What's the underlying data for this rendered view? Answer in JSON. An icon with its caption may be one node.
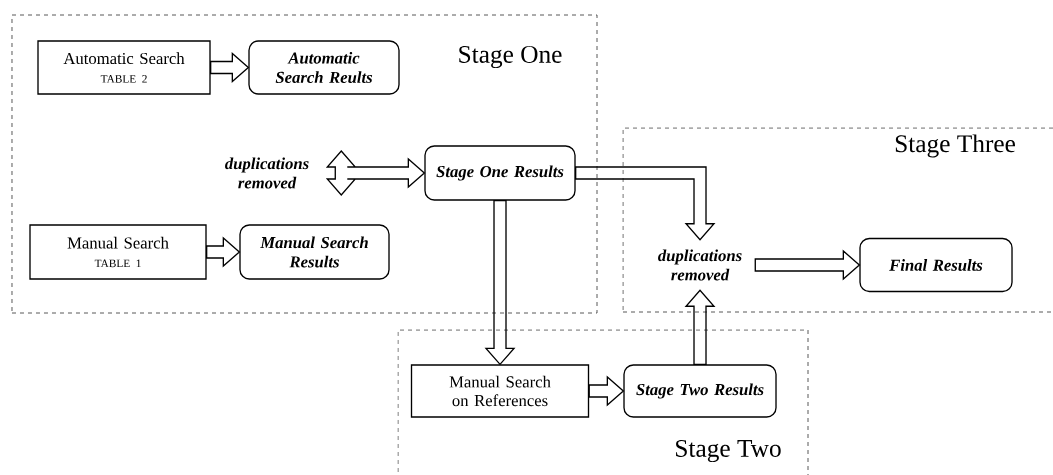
{
  "diagram": {
    "nodes": [
      {
        "text": [
          "Stage One"
        ]
      },
      {
        "text": [
          "Automatic Search",
          "TABLE 2"
        ],
        "in": 0
      },
      {
        "text": [
          "Automatic Search Reults"
        ],
        "in": 0
      },
      {
        "text": [
          "duplications removed"
        ],
        "in": 0
      },
      {
        "text": [
          "Stage One Results"
        ],
        "in": 0
      },
      {
        "text": [
          "Manual Search",
          "TABLE 1"
        ],
        "in": 0
      },
      {
        "text": [
          "Manual Search Results"
        ],
        "in": 0
      },
      {
        "text": [
          "Stage Three"
        ]
      },
      {
        "text": [
          "duplications removed"
        ],
        "in": 7
      },
      {
        "text": [
          "Final Results"
        ],
        "in": 7
      },
      {
        "text": [
          "Stage Two"
        ]
      },
      {
        "text": [
          "Manual Search on References"
        ],
        "in": 10
      },
      {
        "text": [
          "Stage Two Results"
        ],
        "in": 10
      }
    ],
    "edges": [
      {
        "from": 1,
        "to": 2,
        "arrow": "to"
      },
      {
        "from": 5,
        "to": 6,
        "arrow": "to"
      },
      {
        "from": 3,
        "to": 4,
        "arrow": "to"
      },
      {
        "from": 4,
        "to": 11,
        "arrow": "to"
      },
      {
        "from": 4,
        "to": 8,
        "arrow": "to"
      },
      {
        "from": 11,
        "to": 12,
        "arrow": "to"
      },
      {
        "from": 12,
        "to": 8,
        "arrow": "to"
      },
      {
        "from": 8,
        "to": 9,
        "arrow": "to"
      }
    ]
  }
}
